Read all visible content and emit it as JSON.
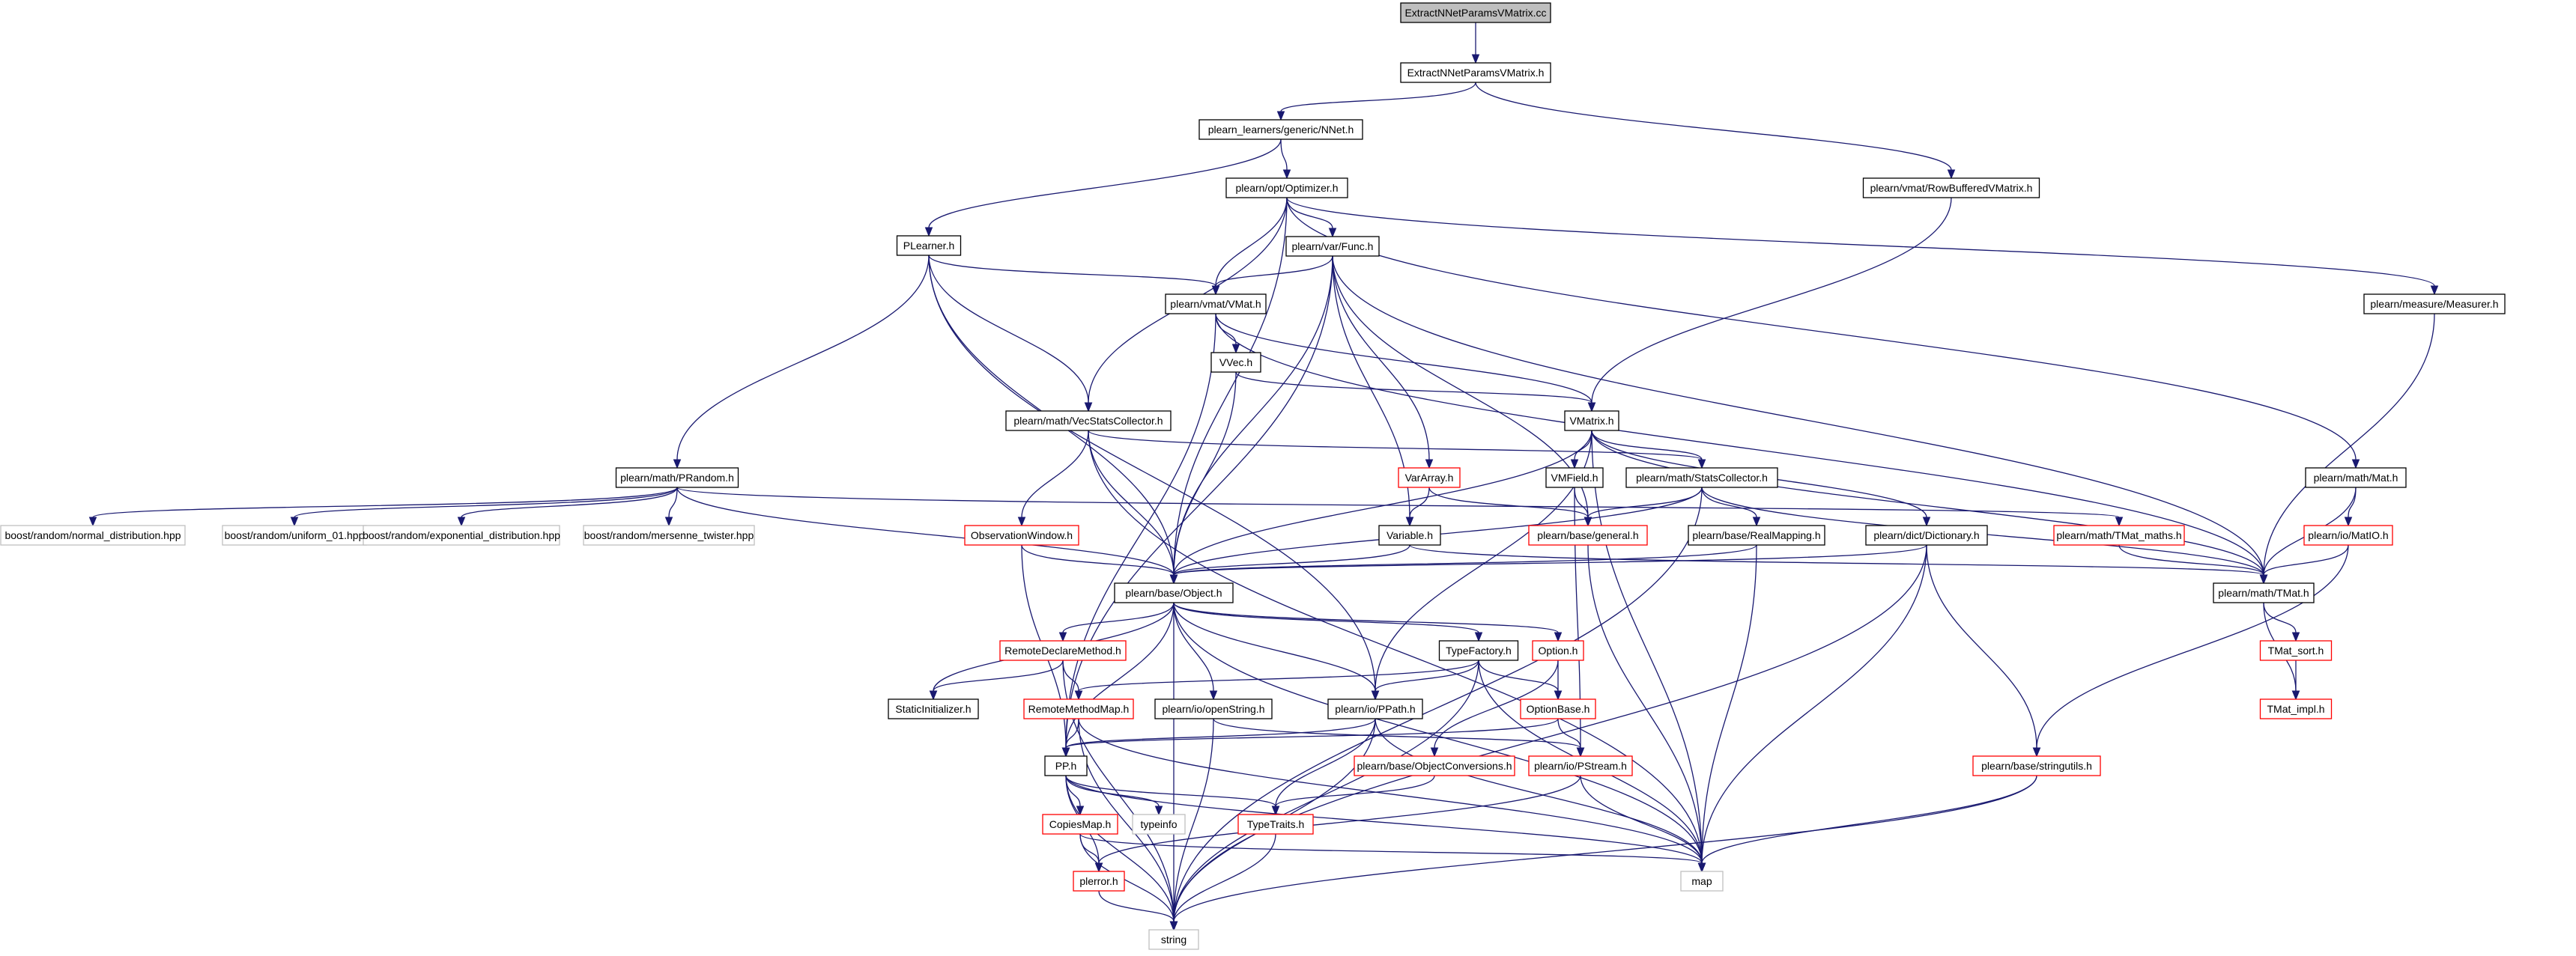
{
  "graph": {
    "colors": {
      "edge": "#191970",
      "node_border": "#000000",
      "node_border_incomplete": "#ff0000",
      "node_border_external": "#bfbfbf",
      "root_fill": "#bfbfbf",
      "node_fill": "#ffffff"
    },
    "nodes": [
      {
        "id": "root",
        "label": "ExtractNNetParamsVMatrix.cc",
        "kind": "root"
      },
      {
        "id": "extract_h",
        "label": "ExtractNNetParamsVMatrix.h",
        "kind": "normal"
      },
      {
        "id": "nnet_h",
        "label": "plearn_learners/generic/NNet.h",
        "kind": "normal"
      },
      {
        "id": "rowbuf_h",
        "label": "plearn/vmat/RowBufferedVMatrix.h",
        "kind": "normal"
      },
      {
        "id": "optimizer_h",
        "label": "plearn/opt/Optimizer.h",
        "kind": "normal"
      },
      {
        "id": "plearner_h",
        "label": "PLearner.h",
        "kind": "normal"
      },
      {
        "id": "func_h",
        "label": "plearn/var/Func.h",
        "kind": "normal"
      },
      {
        "id": "vmat_h",
        "label": "plearn/vmat/VMat.h",
        "kind": "normal"
      },
      {
        "id": "measurer_h",
        "label": "plearn/measure/Measurer.h",
        "kind": "normal"
      },
      {
        "id": "vvec_h",
        "label": "VVec.h",
        "kind": "normal"
      },
      {
        "id": "vecstats_h",
        "label": "plearn/math/VecStatsCollector.h",
        "kind": "normal"
      },
      {
        "id": "vmatrix_h",
        "label": "VMatrix.h",
        "kind": "normal"
      },
      {
        "id": "prandom_h",
        "label": "plearn/math/PRandom.h",
        "kind": "normal"
      },
      {
        "id": "vararray_h",
        "label": "VarArray.h",
        "kind": "incomplete"
      },
      {
        "id": "vmfield_h",
        "label": "VMField.h",
        "kind": "normal"
      },
      {
        "id": "statscollector_h",
        "label": "plearn/math/StatsCollector.h",
        "kind": "normal"
      },
      {
        "id": "mat_h",
        "label": "plearn/math/Mat.h",
        "kind": "normal"
      },
      {
        "id": "normal_dist",
        "label": "boost/random/normal_distribution.hpp",
        "kind": "external"
      },
      {
        "id": "uniform01",
        "label": "boost/random/uniform_01.hpp",
        "kind": "external"
      },
      {
        "id": "exp_dist",
        "label": "boost/random/exponential_distribution.hpp",
        "kind": "external"
      },
      {
        "id": "mersenne",
        "label": "boost/random/mersenne_twister.hpp",
        "kind": "external"
      },
      {
        "id": "obswindow_h",
        "label": "ObservationWindow.h",
        "kind": "incomplete"
      },
      {
        "id": "variable_h",
        "label": "Variable.h",
        "kind": "normal"
      },
      {
        "id": "general_h",
        "label": "plearn/base/general.h",
        "kind": "incomplete"
      },
      {
        "id": "realmapping_h",
        "label": "plearn/base/RealMapping.h",
        "kind": "normal"
      },
      {
        "id": "dictionary_h",
        "label": "plearn/dict/Dictionary.h",
        "kind": "normal"
      },
      {
        "id": "tmat_maths_h",
        "label": "plearn/math/TMat_maths.h",
        "kind": "incomplete"
      },
      {
        "id": "matio_h",
        "label": "plearn/io/MatIO.h",
        "kind": "incomplete"
      },
      {
        "id": "object_h",
        "label": "plearn/base/Object.h",
        "kind": "normal"
      },
      {
        "id": "tmat_h",
        "label": "plearn/math/TMat.h",
        "kind": "normal"
      },
      {
        "id": "remotedeclare_h",
        "label": "RemoteDeclareMethod.h",
        "kind": "incomplete"
      },
      {
        "id": "typefactory_h",
        "label": "TypeFactory.h",
        "kind": "normal"
      },
      {
        "id": "option_h",
        "label": "Option.h",
        "kind": "incomplete"
      },
      {
        "id": "tmat_sort_h",
        "label": "TMat_sort.h",
        "kind": "incomplete"
      },
      {
        "id": "staticinit_h",
        "label": "StaticInitializer.h",
        "kind": "normal"
      },
      {
        "id": "remotemethodmap_h",
        "label": "RemoteMethodMap.h",
        "kind": "incomplete"
      },
      {
        "id": "openstring_h",
        "label": "plearn/io/openString.h",
        "kind": "normal"
      },
      {
        "id": "ppath_h",
        "label": "plearn/io/PPath.h",
        "kind": "normal"
      },
      {
        "id": "optionbase_h",
        "label": "OptionBase.h",
        "kind": "incomplete"
      },
      {
        "id": "tmat_impl_h",
        "label": "TMat_impl.h",
        "kind": "incomplete"
      },
      {
        "id": "pp_h",
        "label": "PP.h",
        "kind": "normal"
      },
      {
        "id": "objconv_h",
        "label": "plearn/base/ObjectConversions.h",
        "kind": "incomplete"
      },
      {
        "id": "pstream_h",
        "label": "plearn/io/PStream.h",
        "kind": "incomplete"
      },
      {
        "id": "stringutils_h",
        "label": "plearn/base/stringutils.h",
        "kind": "incomplete"
      },
      {
        "id": "copiesmap_h",
        "label": "CopiesMap.h",
        "kind": "incomplete"
      },
      {
        "id": "typeinfo",
        "label": "typeinfo",
        "kind": "external"
      },
      {
        "id": "typetraits_h",
        "label": "TypeTraits.h",
        "kind": "incomplete"
      },
      {
        "id": "perror_h",
        "label": "plerror.h",
        "kind": "incomplete"
      },
      {
        "id": "map",
        "label": "map",
        "kind": "external"
      },
      {
        "id": "string",
        "label": "string",
        "kind": "external"
      }
    ],
    "edges": [
      [
        "root",
        "extract_h"
      ],
      [
        "extract_h",
        "nnet_h"
      ],
      [
        "extract_h",
        "rowbuf_h"
      ],
      [
        "nnet_h",
        "optimizer_h"
      ],
      [
        "nnet_h",
        "plearner_h"
      ],
      [
        "rowbuf_h",
        "vmatrix_h"
      ],
      [
        "optimizer_h",
        "func_h"
      ],
      [
        "optimizer_h",
        "vmat_h"
      ],
      [
        "optimizer_h",
        "measurer_h"
      ],
      [
        "optimizer_h",
        "vecstats_h"
      ],
      [
        "optimizer_h",
        "mat_h"
      ],
      [
        "optimizer_h",
        "object_h"
      ],
      [
        "plearner_h",
        "vmat_h"
      ],
      [
        "plearner_h",
        "vecstats_h"
      ],
      [
        "plearner_h",
        "prandom_h"
      ],
      [
        "plearner_h",
        "object_h"
      ],
      [
        "plearner_h",
        "ppath_h"
      ],
      [
        "func_h",
        "vmat_h"
      ],
      [
        "func_h",
        "vararray_h"
      ],
      [
        "func_h",
        "variable_h"
      ],
      [
        "func_h",
        "general_h"
      ],
      [
        "func_h",
        "object_h"
      ],
      [
        "func_h",
        "tmat_h"
      ],
      [
        "func_h",
        "pp_h"
      ],
      [
        "vmat_h",
        "vvec_h"
      ],
      [
        "vmat_h",
        "vmatrix_h"
      ],
      [
        "vmat_h",
        "tmat_h"
      ],
      [
        "vmat_h",
        "pp_h"
      ],
      [
        "measurer_h",
        "tmat_h"
      ],
      [
        "vvec_h",
        "vmatrix_h"
      ],
      [
        "vvec_h",
        "object_h"
      ],
      [
        "vecstats_h",
        "statscollector_h"
      ],
      [
        "vecstats_h",
        "obswindow_h"
      ],
      [
        "vecstats_h",
        "object_h"
      ],
      [
        "vecstats_h",
        "map"
      ],
      [
        "vmatrix_h",
        "vmfield_h"
      ],
      [
        "vmatrix_h",
        "statscollector_h"
      ],
      [
        "vmatrix_h",
        "dictionary_h"
      ],
      [
        "vmatrix_h",
        "object_h"
      ],
      [
        "vmatrix_h",
        "ppath_h"
      ],
      [
        "vmatrix_h",
        "tmat_h"
      ],
      [
        "vmatrix_h",
        "map"
      ],
      [
        "prandom_h",
        "normal_dist"
      ],
      [
        "prandom_h",
        "uniform01"
      ],
      [
        "prandom_h",
        "exp_dist"
      ],
      [
        "prandom_h",
        "mersenne"
      ],
      [
        "prandom_h",
        "object_h"
      ],
      [
        "prandom_h",
        "tmat_maths_h"
      ],
      [
        "vararray_h",
        "variable_h"
      ],
      [
        "vararray_h",
        "general_h"
      ],
      [
        "vmfield_h",
        "general_h"
      ],
      [
        "vmfield_h",
        "pstream_h"
      ],
      [
        "statscollector_h",
        "general_h"
      ],
      [
        "statscollector_h",
        "realmapping_h"
      ],
      [
        "statscollector_h",
        "object_h"
      ],
      [
        "statscollector_h",
        "tmat_h"
      ],
      [
        "statscollector_h",
        "string"
      ],
      [
        "mat_h",
        "tmat_h"
      ],
      [
        "mat_h",
        "matio_h"
      ],
      [
        "obswindow_h",
        "object_h"
      ],
      [
        "obswindow_h",
        "pp_h"
      ],
      [
        "variable_h",
        "object_h"
      ],
      [
        "variable_h",
        "tmat_h"
      ],
      [
        "general_h",
        "map"
      ],
      [
        "realmapping_h",
        "object_h"
      ],
      [
        "realmapping_h",
        "map"
      ],
      [
        "dictionary_h",
        "object_h"
      ],
      [
        "dictionary_h",
        "stringutils_h"
      ],
      [
        "dictionary_h",
        "map"
      ],
      [
        "dictionary_h",
        "string"
      ],
      [
        "tmat_maths_h",
        "tmat_h"
      ],
      [
        "matio_h",
        "tmat_h"
      ],
      [
        "matio_h",
        "stringutils_h"
      ],
      [
        "object_h",
        "remotedeclare_h"
      ],
      [
        "object_h",
        "typefactory_h"
      ],
      [
        "object_h",
        "option_h"
      ],
      [
        "object_h",
        "staticinit_h"
      ],
      [
        "object_h",
        "openstring_h"
      ],
      [
        "object_h",
        "ppath_h"
      ],
      [
        "object_h",
        "pp_h"
      ],
      [
        "object_h",
        "map"
      ],
      [
        "object_h",
        "string"
      ],
      [
        "tmat_h",
        "tmat_sort_h"
      ],
      [
        "tmat_h",
        "tmat_impl_h"
      ],
      [
        "remotedeclare_h",
        "staticinit_h"
      ],
      [
        "remotedeclare_h",
        "remotemethodmap_h"
      ],
      [
        "remotedeclare_h",
        "string"
      ],
      [
        "typefactory_h",
        "remotemethodmap_h"
      ],
      [
        "typefactory_h",
        "ppath_h"
      ],
      [
        "typefactory_h",
        "optionbase_h"
      ],
      [
        "typefactory_h",
        "map"
      ],
      [
        "typefactory_h",
        "string"
      ],
      [
        "option_h",
        "optionbase_h"
      ],
      [
        "option_h",
        "objconv_h"
      ],
      [
        "tmat_sort_h",
        "tmat_impl_h"
      ],
      [
        "remotemethodmap_h",
        "pp_h"
      ],
      [
        "remotemethodmap_h",
        "map"
      ],
      [
        "remotemethodmap_h",
        "string"
      ],
      [
        "openstring_h",
        "pstream_h"
      ],
      [
        "openstring_h",
        "string"
      ],
      [
        "ppath_h",
        "pp_h"
      ],
      [
        "ppath_h",
        "typetraits_h"
      ],
      [
        "ppath_h",
        "map"
      ],
      [
        "ppath_h",
        "string"
      ],
      [
        "optionbase_h",
        "pstream_h"
      ],
      [
        "optionbase_h",
        "pp_h"
      ],
      [
        "pp_h",
        "copiesmap_h"
      ],
      [
        "pp_h",
        "typeinfo"
      ],
      [
        "pp_h",
        "typetraits_h"
      ],
      [
        "pp_h",
        "perror_h"
      ],
      [
        "pp_h",
        "map"
      ],
      [
        "pp_h",
        "string"
      ],
      [
        "objconv_h",
        "typetraits_h"
      ],
      [
        "pstream_h",
        "perror_h"
      ],
      [
        "pstream_h",
        "map"
      ],
      [
        "stringutils_h",
        "map"
      ],
      [
        "stringutils_h",
        "string"
      ],
      [
        "copiesmap_h",
        "perror_h"
      ],
      [
        "copiesmap_h",
        "map"
      ],
      [
        "copiesmap_h",
        "string"
      ],
      [
        "typetraits_h",
        "string"
      ],
      [
        "perror_h",
        "string"
      ]
    ]
  }
}
